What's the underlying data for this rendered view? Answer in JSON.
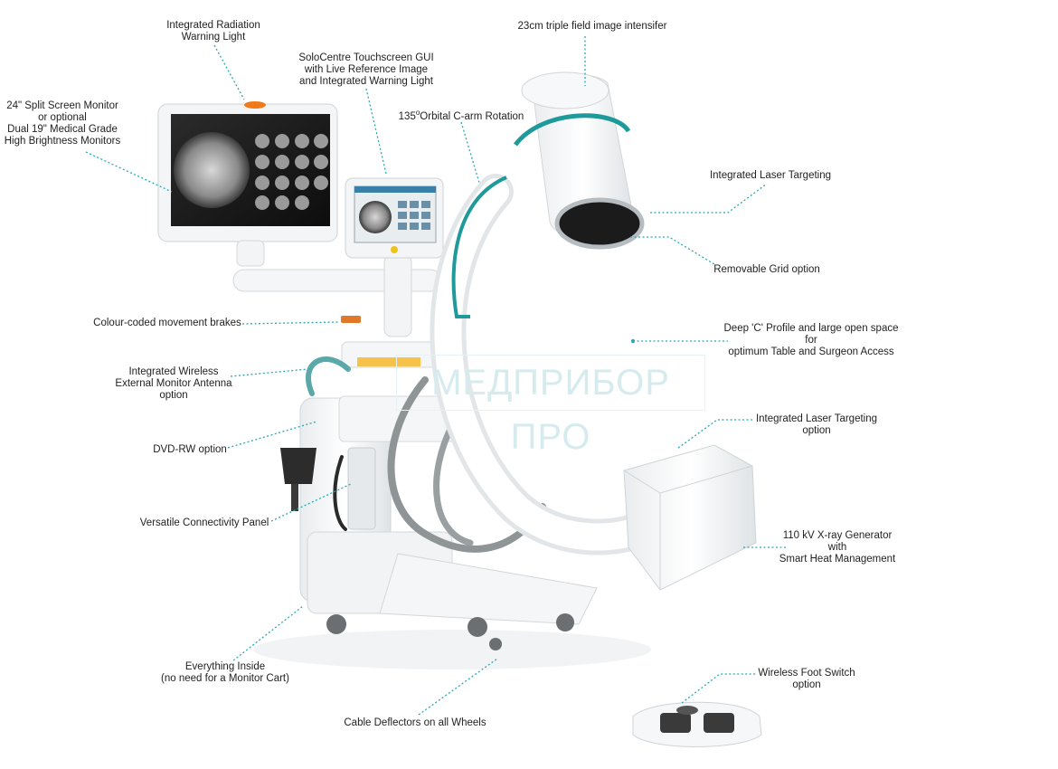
{
  "watermark": "МЕДПРИБОР ПРО",
  "colors": {
    "accent": "#1f9a9a",
    "leader": "#2aa8b8",
    "warning": "#f07a1a"
  },
  "labels": {
    "warning_light": [
      "Integrated Radiation",
      "Warning Light"
    ],
    "monitor": [
      "24\" Split Screen Monitor",
      "or optional",
      "Dual 19\" Medical Grade",
      "High Brightness Monitors"
    ],
    "touchscreen": [
      "SoloCentre Touchscreen GUI",
      "with Live Reference Image",
      "and Integrated Warning Light"
    ],
    "intensifier": "23cm triple field image intensifer",
    "orbital": {
      "value": "135",
      "sup": "o",
      "text": "Orbital C-arm Rotation"
    },
    "laser_top": "Integrated Laser Targeting",
    "grid": "Removable Grid option",
    "brakes": "Colour-coded movement brakes",
    "deep_c": [
      "Deep 'C' Profile and large open space",
      "for",
      "optimum Table and Surgeon Access"
    ],
    "antenna": [
      "Integrated Wireless",
      "External Monitor Antenna",
      "option"
    ],
    "laser_bottom": [
      "Integrated Laser Targeting",
      "option"
    ],
    "dvd": "DVD-RW option",
    "connectivity": "Versatile Connectivity Panel",
    "generator": [
      "110 kV X-ray Generator",
      "with",
      "Smart Heat Management"
    ],
    "inside": [
      "Everything Inside",
      "(no need for a Monitor Cart)"
    ],
    "foot_switch": [
      "Wireless Foot Switch",
      "option"
    ],
    "cable": "Cable Deflectors on all Wheels"
  }
}
